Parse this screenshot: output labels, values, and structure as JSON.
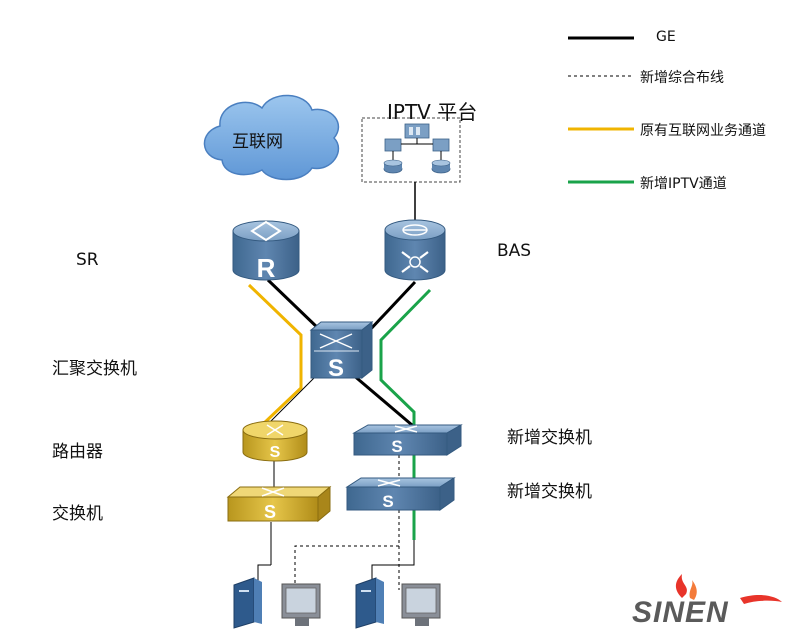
{
  "legend": {
    "ge": "GE",
    "new_cabling": "新增综合布线",
    "orig_internet": "原有互联网业务通道",
    "new_iptv": "新增IPTV通道"
  },
  "labels": {
    "internet": "互联网",
    "iptv_platform": "IPTV 平台",
    "sr": "SR",
    "bas": "BAS",
    "aggregation_switch": "汇聚交换机",
    "router": "路由器",
    "switch": "交换机",
    "new_switch_1": "新增交换机",
    "new_switch_2": "新增交换机"
  },
  "device_letters": {
    "router": "R",
    "switch": "S"
  },
  "logo": "SINEN",
  "colors": {
    "ge_line": "#000000",
    "internet_channel": "#f0b400",
    "iptv_channel": "#1aa34a",
    "cloud": "#7fb2e5",
    "device_blue": "#5f86b0",
    "device_gold": "#d8b940",
    "logo_red": "#e8342a"
  }
}
